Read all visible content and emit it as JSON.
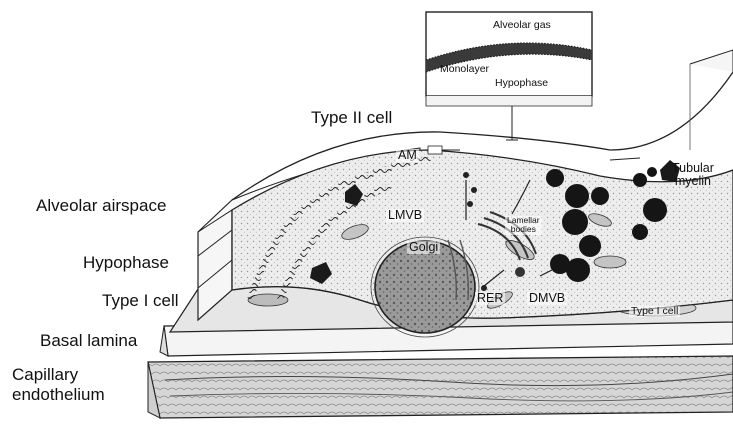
{
  "labels": {
    "alveolar_gas": "Alveolar gas",
    "monolayer": "Monolayer",
    "hypophase_inset": "Hypophase",
    "type_ii_cell": "Type II cell",
    "am": "AM",
    "tubular_myelin_1": "Tubular",
    "tubular_myelin_2": "myelin",
    "alveolar_airspace": "Alveolar airspace",
    "lmvb": "LMVB",
    "lamellar_bodies_1": "Lamellar",
    "lamellar_bodies_2": "bodies",
    "hypophase": "Hypophase",
    "golgi": "Golgi",
    "type_i_cell_left": "Type I cell",
    "rer": "RER",
    "dmvb": "DMVB",
    "type_i_cell_right": "Type I cell",
    "basal_lamina": "Basal lamina",
    "capillary_1": "Capillary",
    "capillary_2": "endothelium"
  },
  "colors": {
    "ink": "#1a1a1a",
    "tissue_fill": "#ececec",
    "nucleus_fill": "#8f8f8f",
    "dark_granule": "#151515",
    "inset_band": "#3a3a3a"
  }
}
